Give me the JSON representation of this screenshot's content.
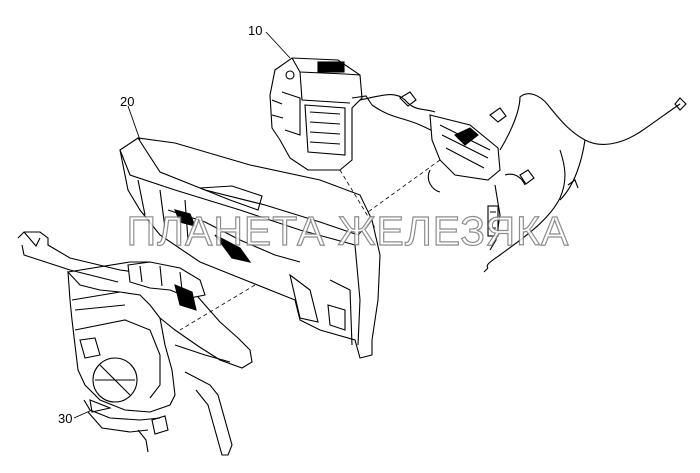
{
  "callouts": {
    "heater_unit": "10",
    "dashboard_panel": "20",
    "air_duct_frame": "30"
  },
  "watermark": "ПЛАНЕТА ЖЕЛЕЗЯКА",
  "colors": {
    "line": "#000000",
    "background": "#ffffff",
    "watermark_outline": "#7a7a7a"
  }
}
